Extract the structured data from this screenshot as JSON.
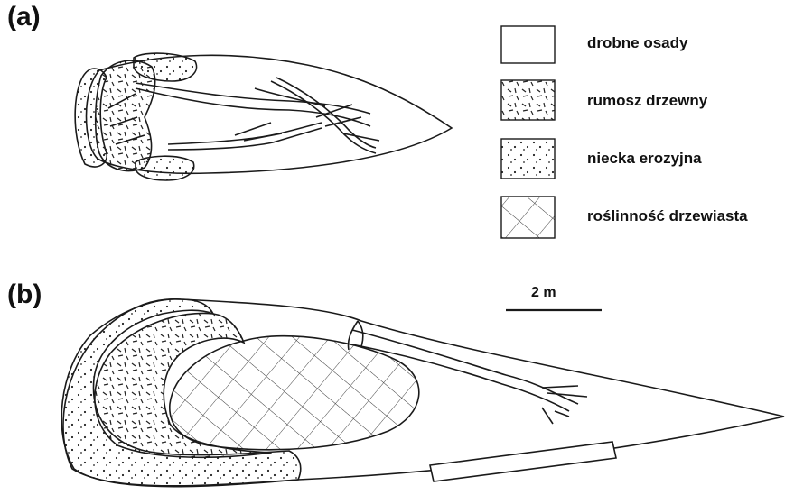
{
  "panels": {
    "a_label": "(a)",
    "b_label": "(b)"
  },
  "legend": {
    "items": [
      {
        "key": "fine",
        "label": "drobne osady",
        "pattern": "none"
      },
      {
        "key": "debris",
        "label": "rumosz drzewny",
        "pattern": "dashes"
      },
      {
        "key": "scour",
        "label": "niecka erozyjna",
        "pattern": "dots"
      },
      {
        "key": "veg",
        "label": "roślinność drzewiasta",
        "pattern": "crosshatch"
      }
    ]
  },
  "scale_bar": {
    "label": "2 m"
  },
  "colors": {
    "ink": "#1a1a1a",
    "background": "#ffffff"
  }
}
